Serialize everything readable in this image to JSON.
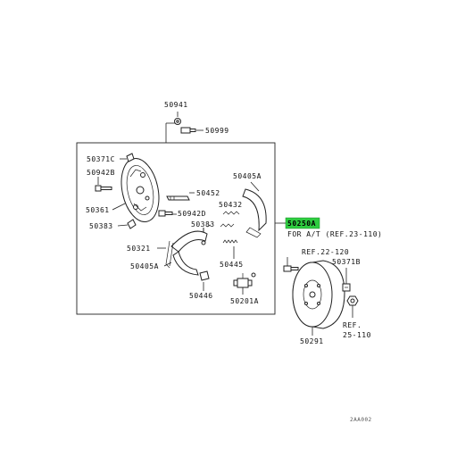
{
  "diagram": {
    "highlight_color": "#2ecc40",
    "labels": {
      "p50941": "50941",
      "p50999": "50999",
      "p50371c": "50371C",
      "p50942b": "50942B",
      "p50361": "50361",
      "p50383a": "50383",
      "p50452": "50452",
      "p50942d": "50942D",
      "p50383b": "50383",
      "p50405a_top": "50405A",
      "p50432": "50432",
      "p50250a": "50250A",
      "for_at": "FOR A/T (REF.23-110)",
      "p50321": "50321",
      "p50405a_bottom": "50405A",
      "p50445": "50445",
      "p50446": "50446",
      "p50201a": "50201A",
      "ref22": "REF.22-120",
      "p50371b": "50371B",
      "ref25_line1": "REF.",
      "ref25_line2": "25-110",
      "p50291": "50291",
      "diagram_code": "2AA002"
    }
  }
}
